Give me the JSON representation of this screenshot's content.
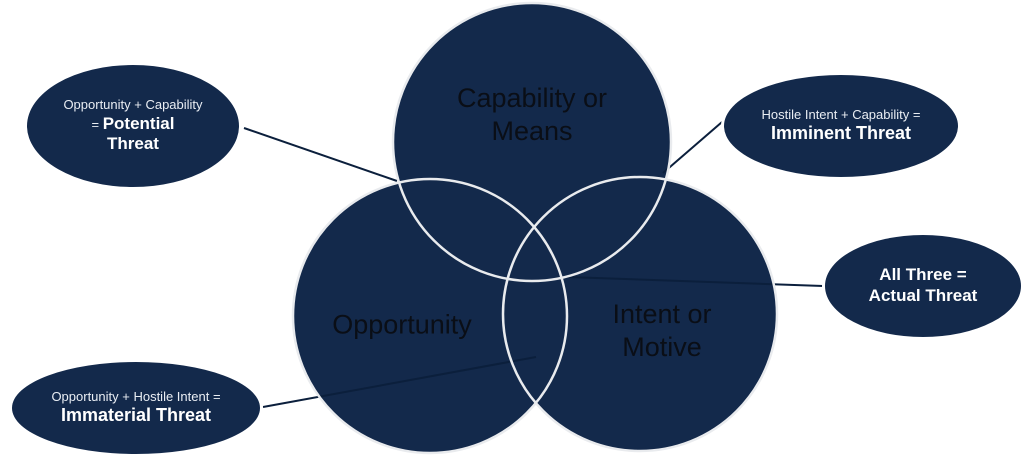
{
  "diagram": {
    "kind": "venn-threat-model",
    "circles": [
      {
        "id": "capability",
        "label": "Capability or\nMeans"
      },
      {
        "id": "opportunity",
        "label": "Opportunity"
      },
      {
        "id": "intent",
        "label": "Intent or\nMotive"
      }
    ],
    "callouts": [
      {
        "id": "potential-threat",
        "line1": "Opportunity + Capability",
        "line2_prefix": "= ",
        "line2_bold": "Potential\nThreat"
      },
      {
        "id": "imminent-threat",
        "line1": "Hostile Intent + Capability =",
        "line2_prefix": "",
        "line2_bold": "Imminent Threat"
      },
      {
        "id": "actual-threat",
        "line1": "",
        "line2_prefix": "",
        "line2_bold": "All Three =\nActual Threat"
      },
      {
        "id": "immaterial-threat",
        "line1": "Opportunity + Hostile Intent =",
        "line2_prefix": "",
        "line2_bold": "Immaterial Threat"
      }
    ]
  },
  "colors": {
    "page_bg": "#ffffff",
    "circle_fill": "#13294b",
    "circle_stroke": "#e9ebee",
    "ellipse_fill": "#13294b",
    "ellipse_stroke": "#ffffff",
    "ellipse_text": "#ffffff",
    "ellipse_text_dim": "#e9edf3",
    "circle_label_color": "#0a0e16",
    "connector_line": "#0b1f3c"
  }
}
